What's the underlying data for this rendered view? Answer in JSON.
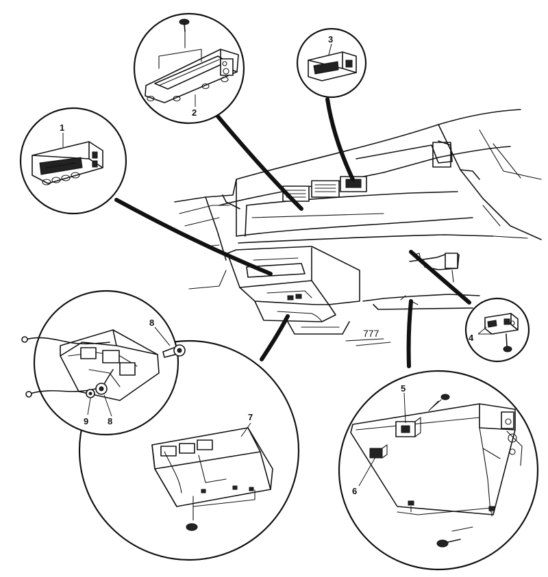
{
  "callouts": {
    "c1": "1",
    "c2": "2",
    "c3": "3",
    "c4": "4",
    "c5": "5",
    "c6": "6",
    "c7": "7",
    "c8a": "8",
    "c8b": "8",
    "c9": "9"
  },
  "floor_mark": "777"
}
